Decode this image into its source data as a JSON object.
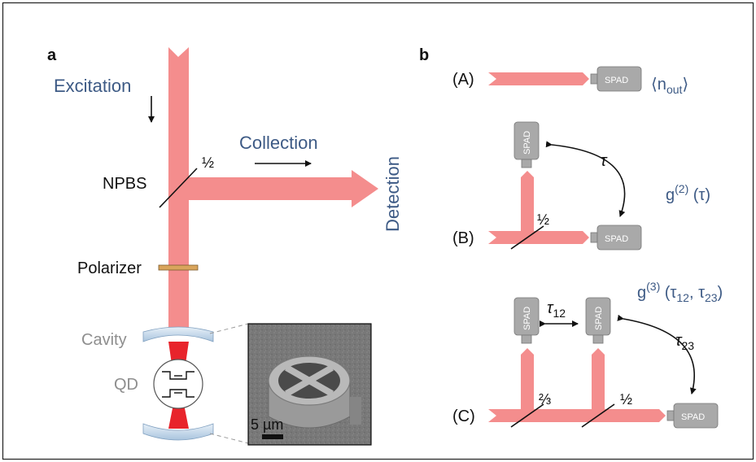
{
  "colors": {
    "beam": "#f48d8d",
    "beam_focus": "#e8242b",
    "spad": "#a9a9a9",
    "blue_text": "#3d5a85",
    "mirror": "#c9dcef",
    "polarizer": "#d9a55c"
  },
  "panel_a": {
    "panel_label": "a",
    "excitation": "Excitation",
    "collection": "Collection",
    "detection": "Detection",
    "npbs": "NPBS",
    "ratio": "½",
    "polarizer": "Polarizer",
    "cavity": "Cavity",
    "qd": "QD",
    "scale_bar": "5 µm"
  },
  "panel_b": {
    "panel_label": "b",
    "A": {
      "label": "(A)",
      "spad": "SPAD",
      "measure_pre": "⟨n",
      "measure_sub": "out",
      "measure_post": "⟩"
    },
    "B": {
      "label": "(B)",
      "spad_top": "SPAD",
      "spad_right": "SPAD",
      "ratio": "½",
      "tau": "τ",
      "measure_pre": "g",
      "measure_sup": "(2)",
      "measure_post": " (τ)"
    },
    "C": {
      "label": "(C)",
      "spad1": "SPAD",
      "spad2": "SPAD",
      "spad3": "SPAD",
      "ratio1": "⅔",
      "ratio2": "½",
      "tau12": "τ",
      "tau12_sub": "12",
      "tau23": "τ",
      "tau23_sub": "23",
      "measure_pre": "g",
      "measure_sup": "(3)",
      "measure_mid": " (τ",
      "measure_sub1": "12",
      "measure_comma": ", τ",
      "measure_sub2": "23",
      "measure_post": ")"
    }
  }
}
